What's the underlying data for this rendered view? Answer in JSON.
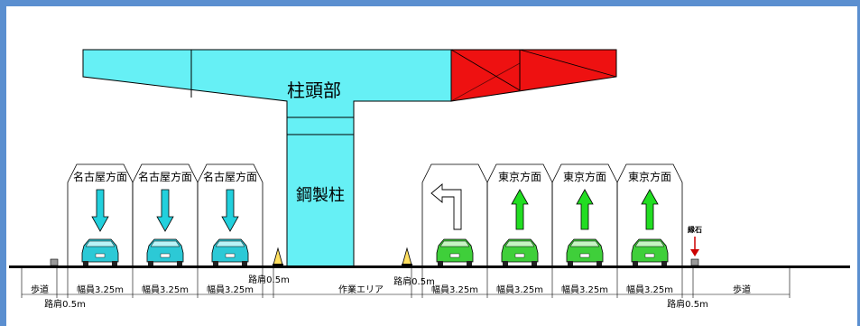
{
  "structure": {
    "pier_head_label": "柱頭部",
    "steel_column_label": "鋼製柱"
  },
  "lanes_left": [
    {
      "direction": "名古屋方面"
    },
    {
      "direction": "名古屋方面"
    },
    {
      "direction": "名古屋方面"
    }
  ],
  "lanes_right": [
    {
      "direction": ""
    },
    {
      "direction": "東京方面"
    },
    {
      "direction": "東京方面"
    },
    {
      "direction": "東京方面"
    }
  ],
  "labels": {
    "curb_stone": "縁石",
    "sidewalk_left": "歩道",
    "sidewalk_right": "歩道",
    "shoulder_left_bottom": "路肩0.5m",
    "shoulder_center_left": "路肩0.5m",
    "shoulder_center_right": "路肩0.5m",
    "shoulder_right_bottom": "路肩0.5m",
    "work_area": "作業エリア",
    "lane_width": "幅員3.25m"
  },
  "colors": {
    "frame": "#5b8fd0",
    "pier": "#66f0f5",
    "pier_red": "#ee1111",
    "car_left": "#2cc9d6",
    "car_right": "#3fcf3a",
    "arrow_left": "#22d0dd",
    "arrow_right": "#22dd22"
  }
}
